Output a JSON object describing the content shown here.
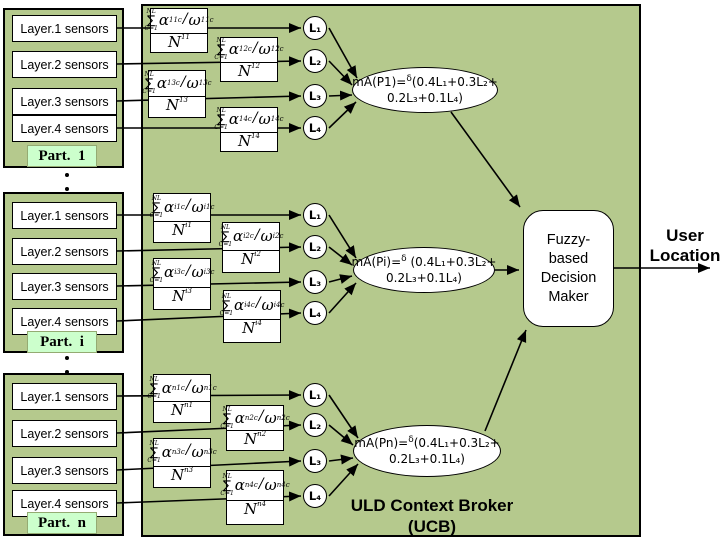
{
  "colors": {
    "panel_green": "#b5c98d",
    "part_label_green": "#ccffcc",
    "box_white": "#ffffff",
    "line_black": "#000000"
  },
  "ucb": {
    "title_line1": "ULD Context Broker",
    "title_line2": "(UCB)"
  },
  "decision_maker": {
    "line1": "Fuzzy-",
    "line2": "based",
    "line3": "Decision",
    "line4": "Maker"
  },
  "output": {
    "line1": "User",
    "line2": "Location"
  },
  "math": {
    "sigma": "∑",
    "sum_sup_base": "N",
    "sum_sup_sub": "L",
    "sum_sub": "C=1",
    "alpha": "α",
    "omega": "ω",
    "slash": "/",
    "denom_base": "N"
  },
  "sections": [
    {
      "part_label": "Part.  1",
      "layers": [
        "Layer.1 sensors",
        "Layer.2 sensors",
        "Layer.3 sensors",
        "Layer.4 sensors"
      ],
      "formulas": [
        {
          "alpha_sub": "11c",
          "omega_sub": "11c",
          "denom_sub": "11"
        },
        {
          "alpha_sub": "12c",
          "omega_sub": "12c",
          "denom_sub": "12"
        },
        {
          "alpha_sub": "13c",
          "omega_sub": "13c",
          "denom_sub": "13"
        },
        {
          "alpha_sub": "14c",
          "omega_sub": "14c",
          "denom_sub": "14"
        }
      ],
      "nodes": [
        "L₁",
        "L₂",
        "L₃",
        "L₄"
      ],
      "ellipse": {
        "prefix": "mA(P1)=",
        "sup": "δ",
        "line1": "(0.4L₁+0.3L₂+",
        "line2": "0.2L₃+0.1L₄)"
      }
    },
    {
      "part_label": "Part.  i",
      "layers": [
        "Layer.1 sensors",
        "Layer.2 sensors",
        "Layer.3 sensors",
        "Layer.4 sensors"
      ],
      "formulas": [
        {
          "alpha_sub": "i1c",
          "omega_sub": "i1c",
          "denom_sub": "i1"
        },
        {
          "alpha_sub": "i2c",
          "omega_sub": "i2c",
          "denom_sub": "i2"
        },
        {
          "alpha_sub": "i3c",
          "omega_sub": "i3c",
          "denom_sub": "i3"
        },
        {
          "alpha_sub": "i4c",
          "omega_sub": "i4c",
          "denom_sub": "i4"
        }
      ],
      "nodes": [
        "L₁",
        "L₂",
        "L₃",
        "L₄"
      ],
      "ellipse": {
        "prefix": "mA(Pi)=",
        "sup": "δ",
        "line1": " (0.4L₁+0.3L₂+",
        "line2": "0.2L₃+0.1L₄)"
      }
    },
    {
      "part_label": "Part.  n",
      "layers": [
        "Layer.1 sensors",
        "Layer.2 sensors",
        "Layer.3 sensors",
        "Layer.4 sensors"
      ],
      "formulas": [
        {
          "alpha_sub": "n1c",
          "omega_sub": "n1c",
          "denom_sub": "n1"
        },
        {
          "alpha_sub": "n2c",
          "omega_sub": "n2c",
          "denom_sub": "n2"
        },
        {
          "alpha_sub": "n3c",
          "omega_sub": "n3c",
          "denom_sub": "n3"
        },
        {
          "alpha_sub": "n4c",
          "omega_sub": "n4c",
          "denom_sub": "n4"
        }
      ],
      "nodes": [
        "L₁",
        "L₂",
        "L₃",
        "L₄"
      ],
      "ellipse": {
        "prefix": "mA(Pn)=",
        "sup": "δ",
        "line1": "(0.4L₁+0.3L₂+",
        "line2": "0.2L₃+0.1L₄)"
      }
    }
  ]
}
